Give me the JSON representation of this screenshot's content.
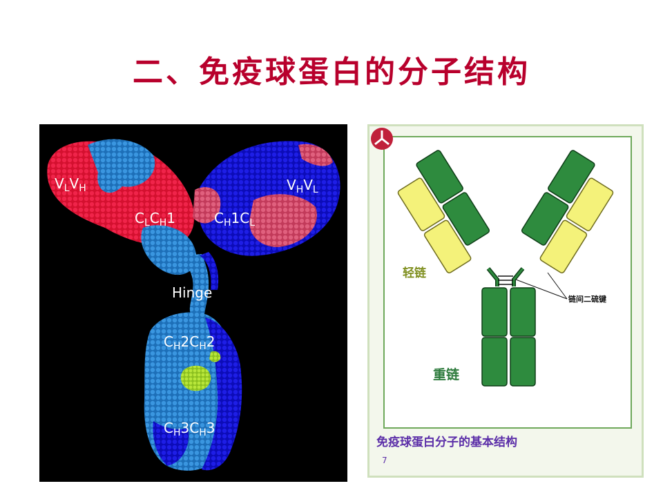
{
  "slide": {
    "title": "二、免疫球蛋白的分子结构"
  },
  "molecule": {
    "labels": {
      "vlvh": {
        "a": "V",
        "a_sub": "L",
        "b": "V",
        "b_sub": "H"
      },
      "clch1": {
        "a": "C",
        "a_sub": "L",
        "b": "C",
        "b_sub": "H",
        "b_tail": "1"
      },
      "ch1cl": {
        "a": "C",
        "a_sub": "H",
        "a_tail": "1",
        "b": "C",
        "b_sub": "L"
      },
      "vhvl": {
        "a": "V",
        "a_sub": "H",
        "b": "V",
        "b_sub": "L"
      },
      "hinge": "Hinge",
      "ch2ch2": {
        "a": "C",
        "a_sub": "H",
        "a_tail": "2",
        "b": "C",
        "b_sub": "H",
        "b_tail": "2"
      },
      "ch3ch3": {
        "a": "C",
        "a_sub": "H",
        "a_tail": "3",
        "b": "C",
        "b_sub": "H",
        "b_tail": "3"
      }
    },
    "colors": {
      "red": "#e0163a",
      "blue": "#1414d8",
      "lightblue": "#2a86d6",
      "pink": "#d94a6a",
      "green": "#a6d82a"
    }
  },
  "diagram": {
    "light_chain_label": "轻链",
    "heavy_chain_label": "重链",
    "disulfide_label": "链间二硫键",
    "caption": "免疫球蛋白分子的基本结构",
    "page_number": "7",
    "colors": {
      "heavy": "#2e8b3e",
      "light": "#f4f27a",
      "frame": "#6da85a"
    }
  }
}
